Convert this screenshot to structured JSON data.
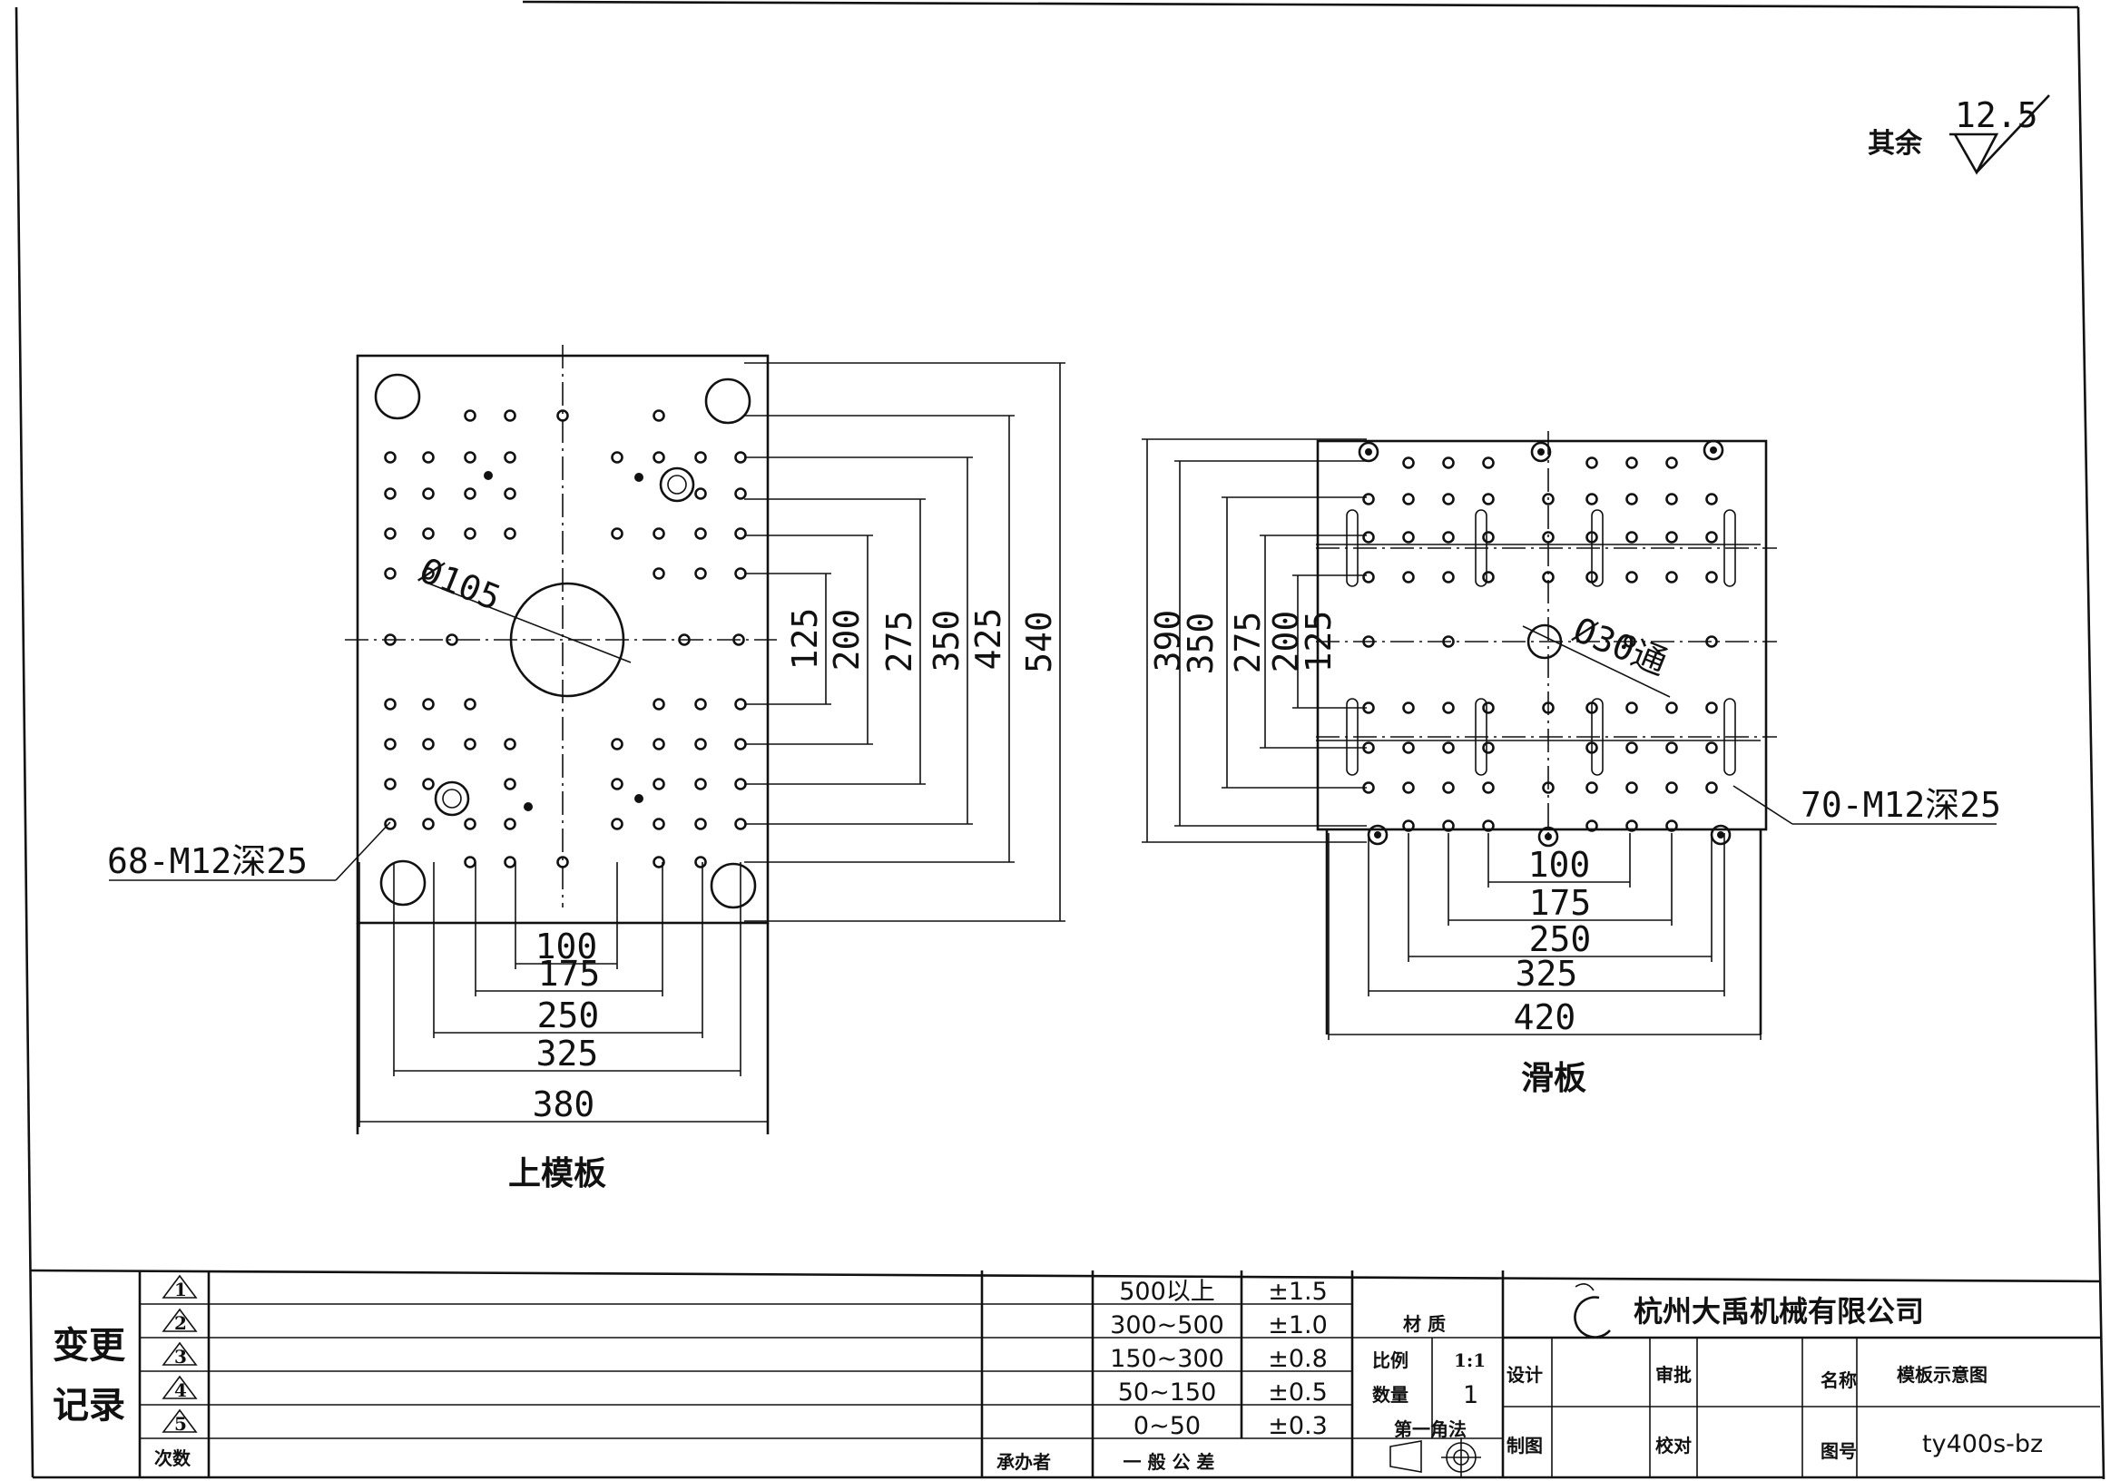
{
  "roughness": {
    "label": "其余",
    "value": "12.5"
  },
  "upper_plate": {
    "caption": "上模板",
    "bore_label": "Ø105",
    "hole_callout": "68-M12深25",
    "horizontal_dims": [
      "100",
      "175",
      "250",
      "325",
      "380"
    ],
    "vertical_dims": [
      "125",
      "200",
      "275",
      "350",
      "425",
      "540"
    ]
  },
  "slide_plate": {
    "caption": "滑板",
    "bore_label": "Ø30通",
    "hole_callout": "70-M12深25",
    "horizontal_dims": [
      "100",
      "175",
      "250",
      "325",
      "420"
    ],
    "vertical_dims": [
      "390",
      "350",
      "275",
      "200",
      "125"
    ]
  },
  "title_block": {
    "change_record": [
      "变更",
      "记录"
    ],
    "revisions": [
      "1",
      "2",
      "3",
      "4",
      "5"
    ],
    "rev_count_label": "次数",
    "handler_label": "承办者",
    "tolerance_rows": [
      {
        "range": "500以上",
        "tol": "±1.5"
      },
      {
        "range": "300~500",
        "tol": "±1.0"
      },
      {
        "range": "150~300",
        "tol": "±0.8"
      },
      {
        "range": "50~150",
        "tol": "±0.5"
      },
      {
        "range": "0~50",
        "tol": "±0.3"
      }
    ],
    "general_tolerance": "一 般 公 差",
    "material_label": "材 质",
    "scale_label": "比例",
    "scale_value": "1:1",
    "qty_label": "数量",
    "qty_value": "1",
    "projection": "第一角法",
    "company": "杭州大禹机械有限公司",
    "design_label": "设计",
    "approve_label": "审批",
    "name_label": "名称",
    "name_value": "模板示意图",
    "draw_label": "制图",
    "check_label": "校对",
    "drawing_no_label": "图号",
    "drawing_no_value": "ty400s-bz"
  }
}
